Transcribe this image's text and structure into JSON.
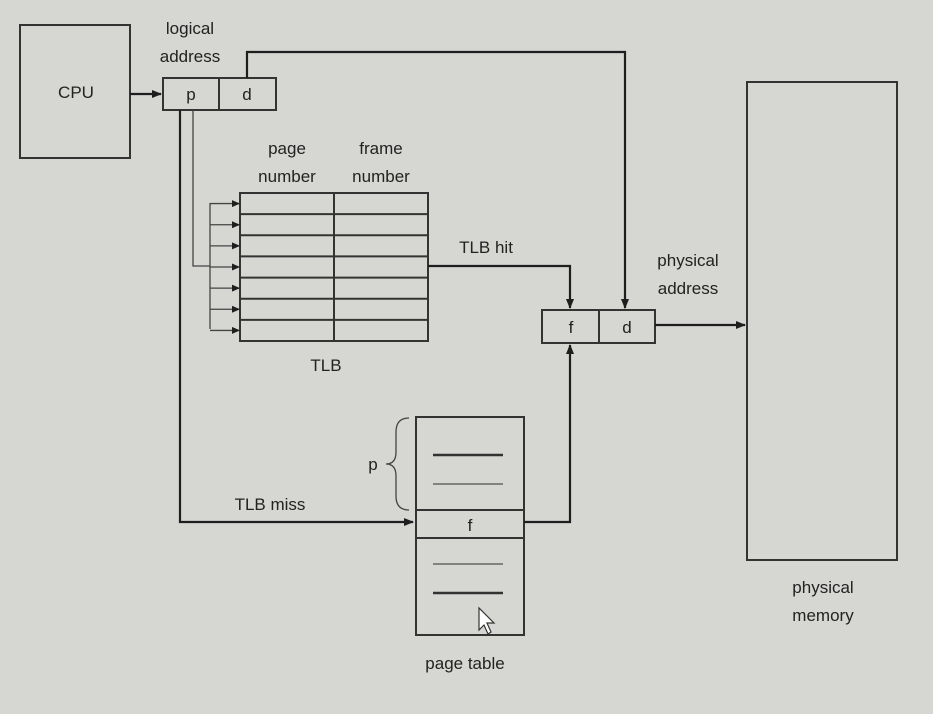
{
  "cpu": {
    "label": "CPU"
  },
  "logical_address": {
    "label_line1": "logical",
    "label_line2": "address",
    "page_field": "p",
    "offset_field": "d"
  },
  "tlb": {
    "header_page_line1": "page",
    "header_page_line2": "number",
    "header_frame_line1": "frame",
    "header_frame_line2": "number",
    "label": "TLB",
    "entry_count": 7
  },
  "tlb_hit": {
    "label": "TLB hit"
  },
  "tlb_miss": {
    "label": "TLB miss"
  },
  "physical_address": {
    "label_line1": "physical",
    "label_line2": "address",
    "frame_field": "f",
    "offset_field": "d"
  },
  "page_table": {
    "label": "page table",
    "index_label": "p",
    "entry_field": "f"
  },
  "physical_memory": {
    "label_line1": "physical",
    "label_line2": "memory"
  },
  "colors": {
    "background": "#d6d6d3",
    "line": "#1e1e1e"
  }
}
